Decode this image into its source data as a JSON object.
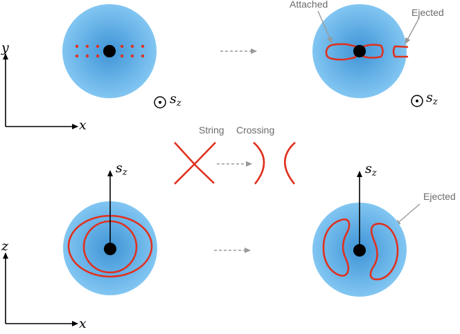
{
  "axes": {
    "top": {
      "x_label": "x",
      "y_label": "y"
    },
    "bottom": {
      "x_label": "x",
      "y_label": "z"
    }
  },
  "spin": {
    "base": "s",
    "sub": "z"
  },
  "labels": {
    "attached": "Attached",
    "ejected_top": "Ejected",
    "ejected_bottom": "Ejected",
    "string": "String",
    "crossing": "Crossing"
  },
  "colors": {
    "sphere_center": "#3f94d6",
    "sphere_edge": "#82c6f2",
    "string": "#e0301e",
    "arrow_gray": "#999999",
    "label_gray": "#6b6b6b"
  },
  "icons": {
    "out_of_plane": "circle-dot-icon"
  }
}
